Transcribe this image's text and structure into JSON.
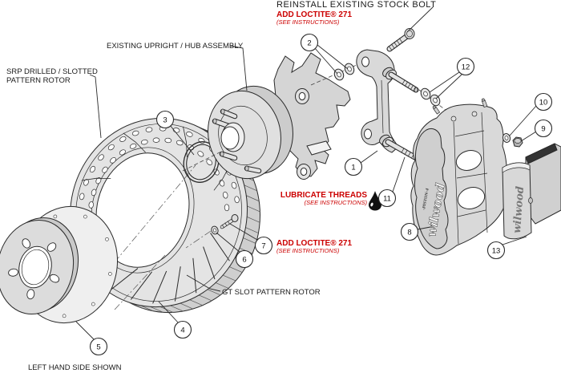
{
  "figure": "exploded front brake kit assembly diagram",
  "annotations": {
    "stock_bolt_note": {
      "line1": "REINSTALL EXISTING STOCK BOLT",
      "line2": "ADD LOCTITE® 271",
      "line3": "(SEE INSTRUCTIONS)"
    },
    "upright_label": "EXISTING UPRIGHT / HUB ASSEMBLY",
    "srp_rotor_label": {
      "line1": "SRP DRILLED / SLOTTED",
      "line2": "PATTERN ROTOR"
    },
    "lubricate_note": {
      "line1": "LUBRICATE THREADS",
      "line2": "(SEE INSTRUCTIONS)"
    },
    "loctite_note": {
      "line1": "ADD LOCTITE® 271",
      "line2": "(SEE INSTRUCTIONS)"
    },
    "gt_rotor_label": "GT SLOT PATTERN ROTOR",
    "footer_label": "LEFT HAND SIDE SHOWN"
  },
  "callouts": [
    {
      "num": "1"
    },
    {
      "num": "2"
    },
    {
      "num": "3"
    },
    {
      "num": "4"
    },
    {
      "num": "5"
    },
    {
      "num": "6"
    },
    {
      "num": "7"
    },
    {
      "num": "8"
    },
    {
      "num": "9"
    },
    {
      "num": "10"
    },
    {
      "num": "11"
    },
    {
      "num": "12"
    },
    {
      "num": "13"
    }
  ],
  "branding": {
    "caliper_script": "wilwood",
    "caliper_piston_text": "-PISTON-4",
    "pad_script": "wilwood"
  },
  "colors": {
    "annotation_red": "#cc0000",
    "line_black": "#2a2a2a",
    "part_gray": "#d9d9d9",
    "drop_black": "#111111"
  }
}
